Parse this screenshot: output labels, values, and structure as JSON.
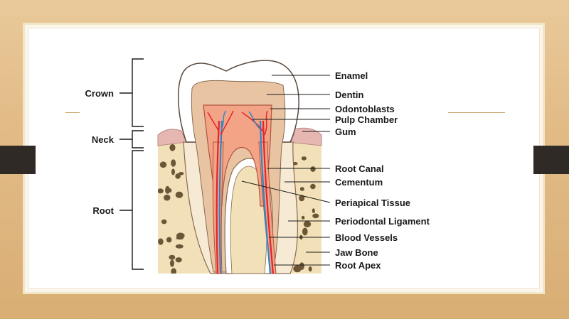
{
  "sections": [
    {
      "key": "crown",
      "label": "Crown"
    },
    {
      "key": "neck",
      "label": "Neck"
    },
    {
      "key": "root",
      "label": "Root"
    }
  ],
  "labels": [
    {
      "key": "enamel",
      "text": "Enamel"
    },
    {
      "key": "dentin",
      "text": "Dentin"
    },
    {
      "key": "odontoblasts",
      "text": "Odontoblasts"
    },
    {
      "key": "pulp-chamber",
      "text": "Pulp Chamber"
    },
    {
      "key": "gum",
      "text": "Gum"
    },
    {
      "key": "root-canal",
      "text": "Root Canal"
    },
    {
      "key": "cementum",
      "text": "Cementum"
    },
    {
      "key": "periapical-tissue",
      "text": "Periapical Tissue"
    },
    {
      "key": "periodontal-ligament",
      "text": "Periodontal Ligament"
    },
    {
      "key": "blood-vessels",
      "text": "Blood Vessels"
    },
    {
      "key": "jaw-bone",
      "text": "Jaw Bone"
    },
    {
      "key": "root-apex",
      "text": "Root Apex"
    }
  ],
  "colors": {
    "enamel": "#ffffff",
    "dentin": "#e8c4a2",
    "pulp": "#f3a487",
    "gum": "#e6b6b0",
    "bone": "#f2e1b8",
    "bone_hole": "#6b5638",
    "artery": "#e0262b",
    "vein": "#2f86c8"
  }
}
